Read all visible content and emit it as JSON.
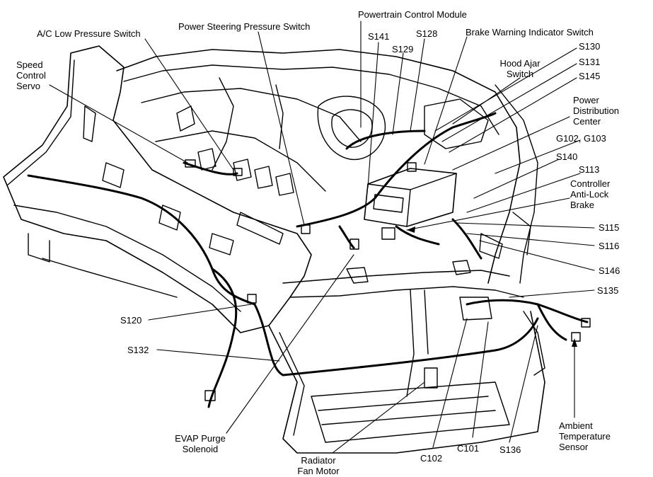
{
  "labels": {
    "ac_low_pressure_switch": "A/C Low Pressure Switch",
    "power_steering_pressure_switch": "Power Steering Pressure Switch",
    "powertrain_control_module": "Powertrain Control Module",
    "brake_warning_indicator_switch": "Brake Warning Indicator Switch",
    "speed_control_servo": [
      "Speed",
      "Control",
      "Servo"
    ],
    "s141": "S141",
    "s128": "S128",
    "s129": "S129",
    "s130": "S130",
    "s131": "S131",
    "s145": "S145",
    "hood_ajar_switch": [
      "Hood Ajar",
      "Switch"
    ],
    "power_distribution_center": [
      "Power",
      "Distribution",
      "Center"
    ],
    "g102_g103": "G102, G103",
    "s140": "S140",
    "s113": "S113",
    "controller_anti_lock_brake": [
      "Controller",
      "Anti-Lock",
      "Brake"
    ],
    "s115": "S115",
    "s116": "S116",
    "s146": "S146",
    "s135": "S135",
    "s120": "S120",
    "s132": "S132",
    "evap_purge_solenoid": [
      "EVAP Purge",
      "Solenoid"
    ],
    "radiator_fan_motor": [
      "Radiator",
      "Fan Motor"
    ],
    "c102": "C102",
    "c101": "C101",
    "s136": "S136",
    "ambient_temperature_sensor": [
      "Ambient",
      "Temperature",
      "Sensor"
    ]
  },
  "colors": {
    "line": "#000000",
    "background": "#ffffff"
  }
}
